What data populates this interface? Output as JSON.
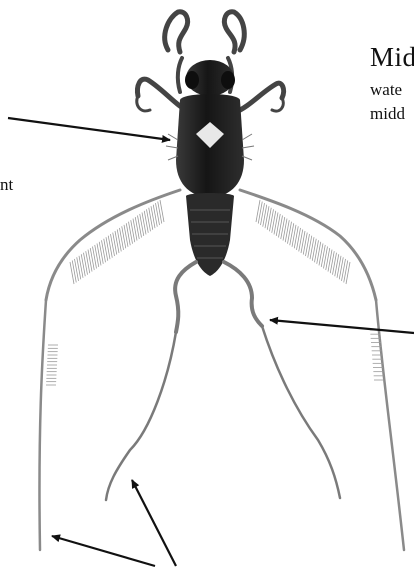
{
  "figure": {
    "subject": "water strider insect illustration",
    "colors": {
      "ink": "#111111",
      "body_dark": "#1c1c1c",
      "leg_gray": "#8a8a8a",
      "hair_gray": "#9a9a9a",
      "paper": "#ffffff"
    }
  },
  "labels": {
    "title_fragment": "Mid",
    "line1_fragment": "wate",
    "line2_fragment": "midd",
    "left_fragment": "nt"
  },
  "arrows": {
    "count": 4
  }
}
